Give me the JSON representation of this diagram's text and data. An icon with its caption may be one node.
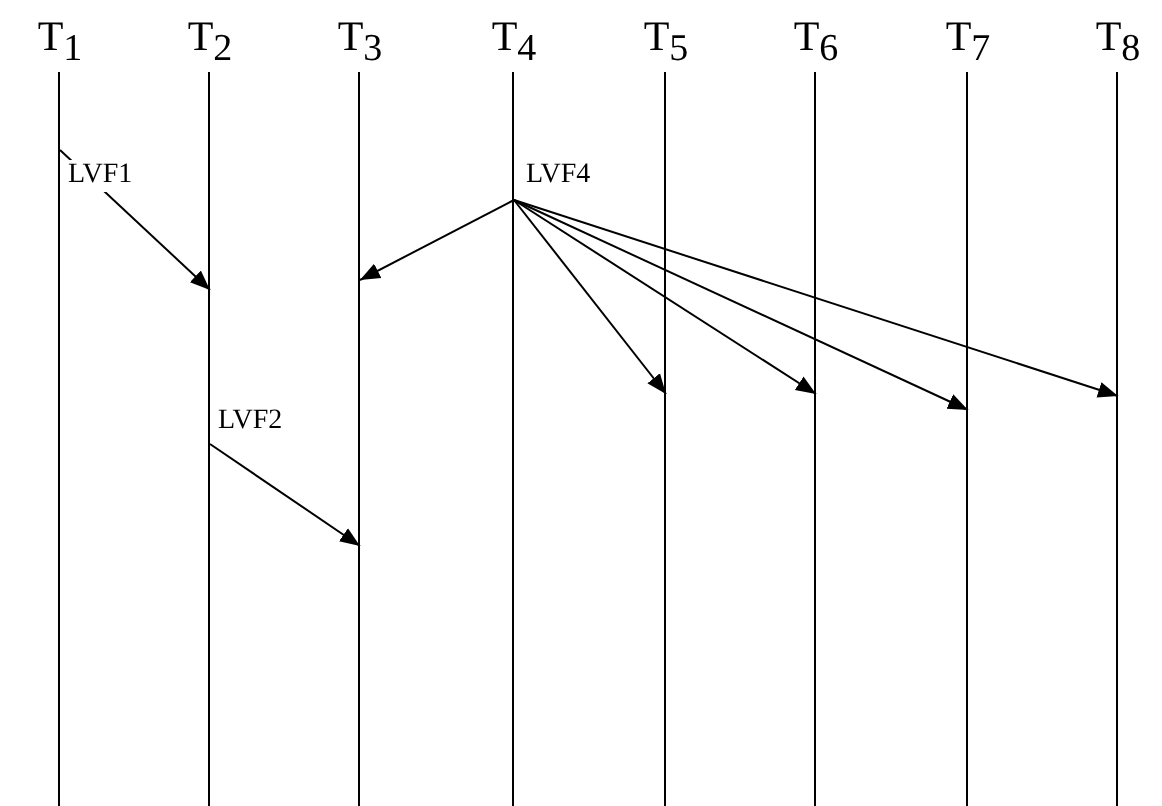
{
  "diagram": {
    "nodes": [
      {
        "text": [
          "T$_{1}$"
        ]
      },
      {
        "text": [
          "T$_{2}$"
        ]
      },
      {
        "text": [
          "T$_{3}$"
        ]
      },
      {
        "text": [
          "T$_{4}$"
        ]
      },
      {
        "text": [
          "T$_{5}$"
        ]
      },
      {
        "text": [
          "T$_{6}$"
        ]
      },
      {
        "text": [
          "T$_{7}$"
        ]
      },
      {
        "text": [
          "T$_{8}$"
        ]
      }
    ],
    "edges": [
      {
        "from": 0,
        "to": 1,
        "arrow": "to",
        "label": "LVF1"
      },
      {
        "from": 1,
        "to": 2,
        "arrow": "to",
        "label": "LVF2"
      },
      {
        "from": 3,
        "to": 2,
        "arrow": "to",
        "label": "LVF4"
      },
      {
        "from": 3,
        "to": 4,
        "arrow": "to"
      },
      {
        "from": 3,
        "to": 5,
        "arrow": "to"
      },
      {
        "from": 3,
        "to": 6,
        "arrow": "to"
      },
      {
        "from": 3,
        "to": 7,
        "arrow": "to"
      }
    ]
  }
}
